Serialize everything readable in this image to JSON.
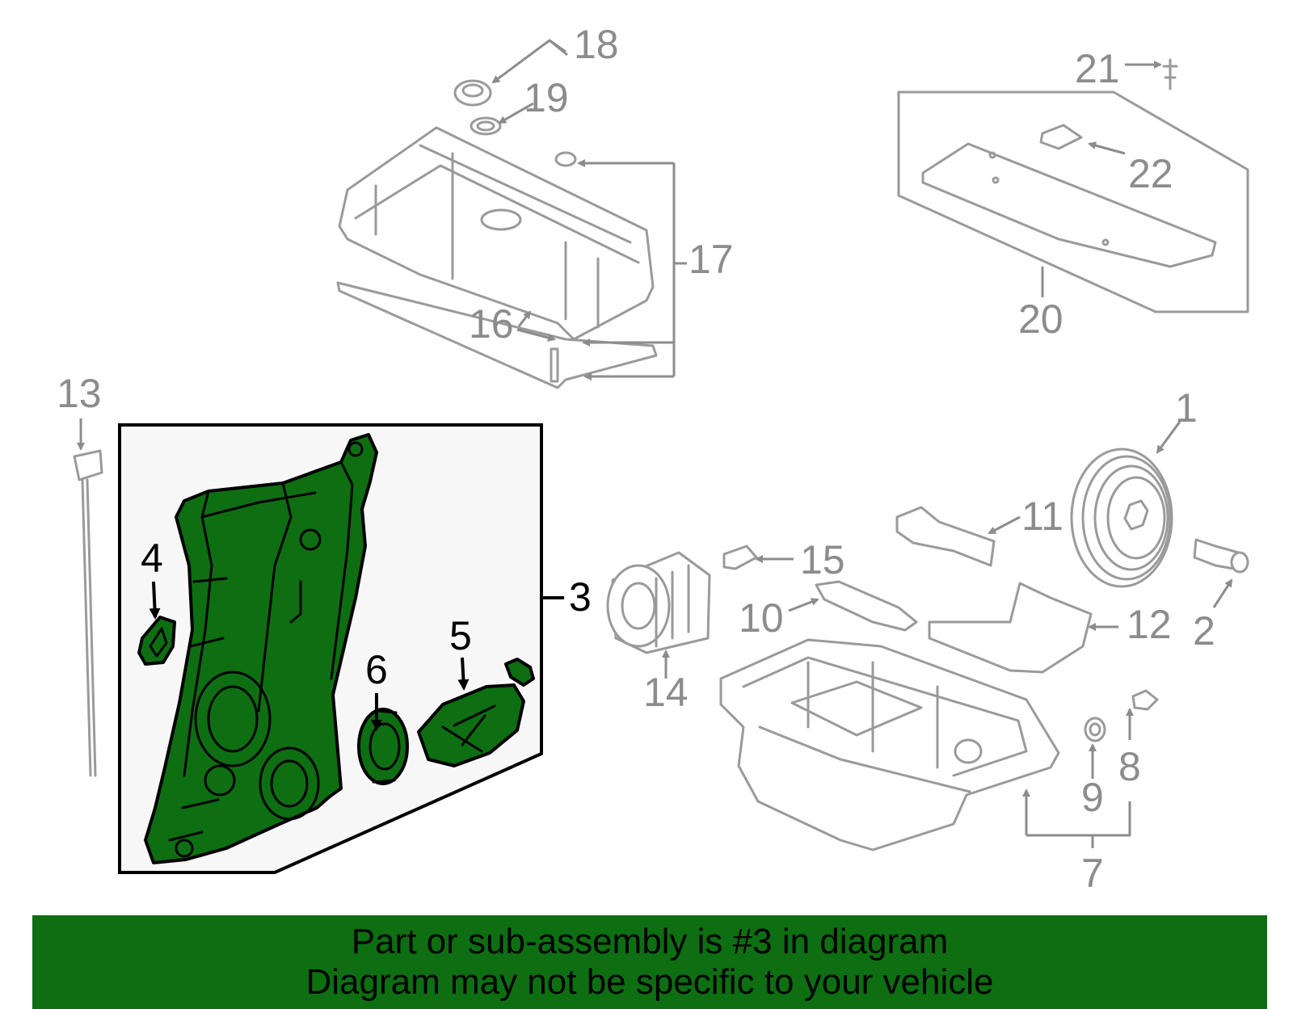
{
  "callouts": {
    "c1": "1",
    "c2": "2",
    "c3": "3",
    "c4": "4",
    "c5": "5",
    "c6": "6",
    "c7": "7",
    "c8": "8",
    "c9": "9",
    "c10": "10",
    "c11": "11",
    "c12": "12",
    "c13": "13",
    "c14": "14",
    "c15": "15",
    "c16": "16",
    "c17": "17",
    "c18": "18",
    "c19": "19",
    "c20": "20",
    "c21": "21",
    "c22": "22"
  },
  "highlighted_part": "3",
  "colors": {
    "highlight_fill": "#0d6e12",
    "inactive_line": "#9a9a9a",
    "banner_background": "#0d6e12",
    "highlight_box_background": "#f7f7f7"
  },
  "banner": {
    "line1": "Part or sub-assembly is #3 in diagram",
    "line2": "Diagram may not be specific to your vehicle"
  }
}
